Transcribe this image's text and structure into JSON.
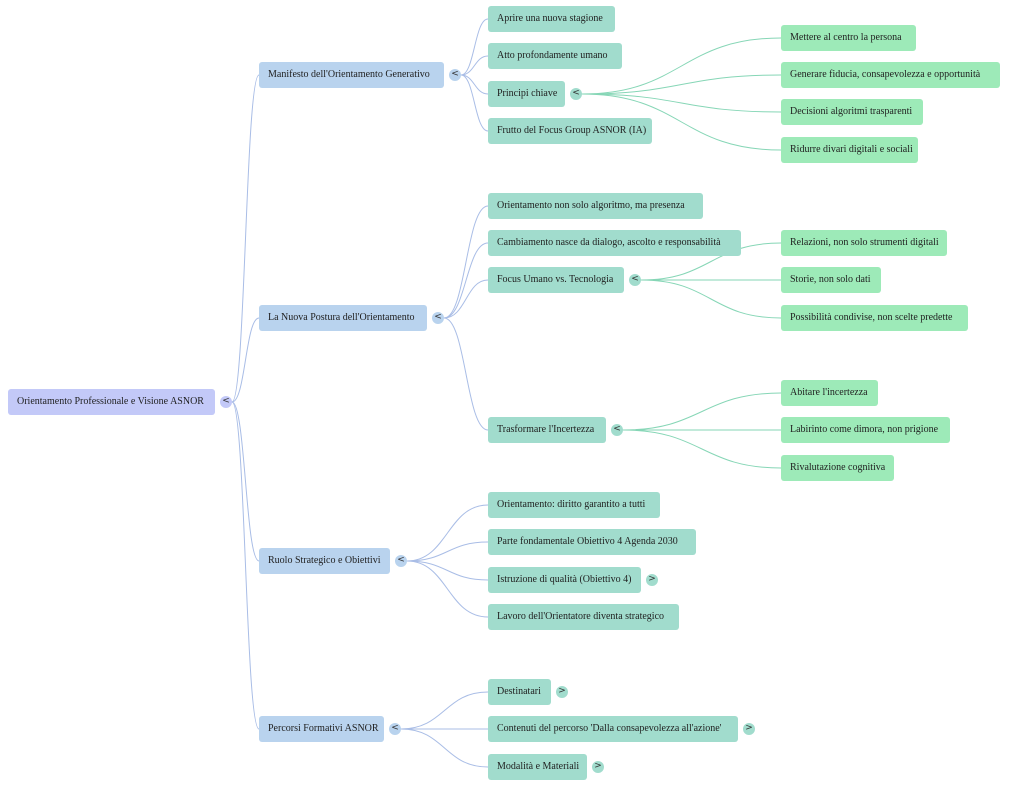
{
  "colors": {
    "root": "#c3c9f8",
    "level1": "#b9d3ee",
    "level2": "#a1dccd",
    "level3": "#9deab8",
    "link_blue": "#a9bde6",
    "link_green": "#86d6b6",
    "link_leaf": "#8fe0b0"
  },
  "mindmap": {
    "root": {
      "label": "Orientamento Professionale e Visione ASNOR",
      "toggle": "<"
    },
    "branches": [
      {
        "label": "Manifesto dell'Orientamento Generativo",
        "toggle": "<",
        "children": [
          {
            "label": "Aprire una nuova stagione"
          },
          {
            "label": "Atto profondamente umano"
          },
          {
            "label": "Principi chiave",
            "toggle": "<",
            "children": [
              {
                "label": "Mettere al centro la persona"
              },
              {
                "label": "Generare fiducia, consapevolezza e opportunità"
              },
              {
                "label": "Decisioni algoritmi trasparenti"
              },
              {
                "label": "Ridurre divari digitali e sociali"
              }
            ]
          },
          {
            "label": "Frutto del Focus Group ASNOR (IA)"
          }
        ]
      },
      {
        "label": "La Nuova Postura dell'Orientamento",
        "toggle": "<",
        "children": [
          {
            "label": "Orientamento non solo algoritmo, ma presenza"
          },
          {
            "label": "Cambiamento nasce da dialogo, ascolto e responsabilità"
          },
          {
            "label": "Focus Umano vs. Tecnologia",
            "toggle": "<",
            "children": [
              {
                "label": "Relazioni, non solo strumenti digitali"
              },
              {
                "label": "Storie, non solo dati"
              },
              {
                "label": "Possibilità condivise, non scelte predette"
              }
            ]
          },
          {
            "label": "Trasformare l'Incertezza",
            "toggle": "<",
            "children": [
              {
                "label": "Abitare l'incertezza"
              },
              {
                "label": "Labirinto come dimora, non prigione"
              },
              {
                "label": "Rivalutazione cognitiva"
              }
            ]
          }
        ]
      },
      {
        "label": "Ruolo Strategico e Obiettivi",
        "toggle": "<",
        "children": [
          {
            "label": "Orientamento: diritto garantito a tutti"
          },
          {
            "label": "Parte fondamentale Obiettivo 4 Agenda 2030"
          },
          {
            "label": "Istruzione di qualità (Obiettivo 4)",
            "toggle": ">"
          },
          {
            "label": "Lavoro dell'Orientatore diventa strategico"
          }
        ]
      },
      {
        "label": "Percorsi Formativi ASNOR",
        "toggle": "<",
        "children": [
          {
            "label": "Destinatari",
            "toggle": ">"
          },
          {
            "label": "Contenuti del percorso 'Dalla consapevolezza all'azione'",
            "toggle": ">"
          },
          {
            "label": "Modalità e Materiali",
            "toggle": ">"
          }
        ]
      }
    ]
  }
}
